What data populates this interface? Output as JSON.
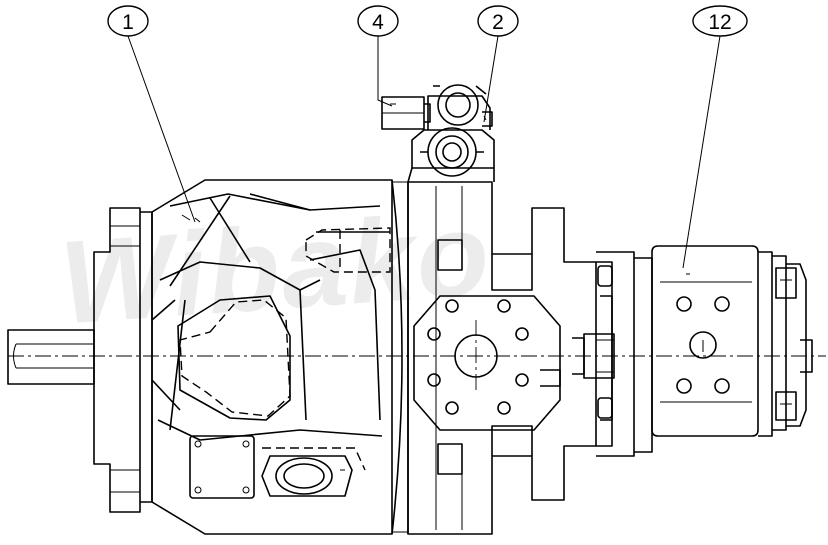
{
  "watermark": {
    "text": "Wibako"
  },
  "callouts": [
    {
      "id": "callout-1",
      "label": "1"
    },
    {
      "id": "callout-4",
      "label": "4"
    },
    {
      "id": "callout-2",
      "label": "2"
    },
    {
      "id": "callout-12",
      "label": "12"
    }
  ]
}
